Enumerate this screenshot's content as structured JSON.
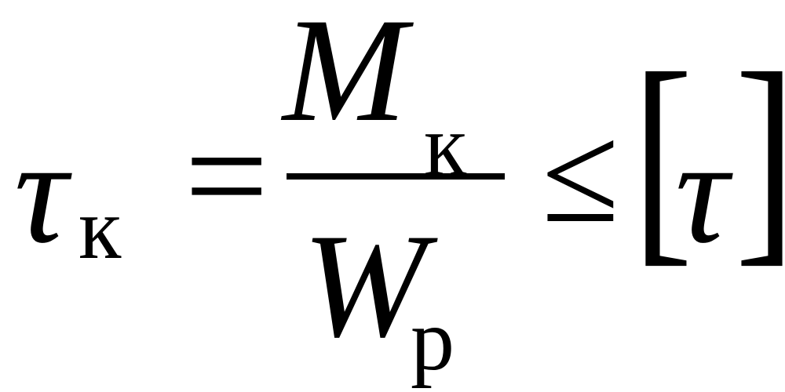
{
  "formula": {
    "left_symbol": "τ",
    "left_subscript": "к",
    "equals": "=",
    "numerator": "M",
    "numerator_subscript": "к",
    "denominator": "W",
    "denominator_subscript": "p",
    "relation": "≤",
    "left_bracket": "[",
    "right_symbol": "τ",
    "right_bracket": "]"
  }
}
